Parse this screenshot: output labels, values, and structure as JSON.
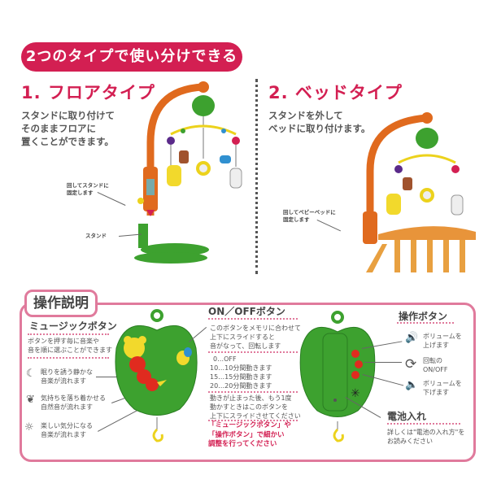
{
  "banner": {
    "text": "2つのタイプで使い分けできる",
    "color": "#d31f52"
  },
  "floor_type": {
    "title": "1. フロアタイプ",
    "description": "スタンドに取り付けて\nそのままフロアに\n置くことができます。",
    "note_rotate": "回してスタンドに\n固定します",
    "note_stand": "スタンド"
  },
  "bed_type": {
    "title": "2. ベッドタイプ",
    "description": "スタンドを外して\nベッドに取り付けます。",
    "note_rotate": "回してベビーベッドに\n固定します"
  },
  "operation": {
    "tag": "操作説明",
    "border_color": "#e07a9c",
    "music_button": {
      "title": "ミュージックボタン",
      "description": "ボタンを押す毎に音楽や\n音を順に選ぶことができます",
      "modes": [
        {
          "icon": "moon-icon",
          "glyph": "☾",
          "text": "眠りを誘う静かな\n音楽が流れます"
        },
        {
          "icon": "leaf-icon",
          "glyph": "❦",
          "text": "気持ちを落ち着かせる\n自然音が流れます"
        },
        {
          "icon": "sun-icon",
          "glyph": "☼",
          "text": "楽しい気分になる\n音楽が流れます"
        }
      ]
    },
    "onoff_button": {
      "title": "ON／OFFボタン",
      "description": "このボタンをメモリに合わせて\n上下にスライドすると\n音がなって、回転します",
      "timer_options": [
        "0…OFF",
        "10…10分間動きます",
        "15…15分間動きます",
        "20…20分間動きます"
      ],
      "restart_note": "動きが止まった後、もう1度\n動かすときはこのボタンを\n上下にスライドさせてください",
      "adjust_note": "「ミュージックボタン」や\n「操作ボタン」で細かい\n調整を行ってください"
    },
    "control_buttons": {
      "title": "操作ボタン",
      "items": [
        {
          "icon": "volume-up-icon",
          "glyph": "🔊",
          "text": "ボリュームを\n上げます"
        },
        {
          "icon": "rotate-icon",
          "glyph": "⟳",
          "text": "回転の\nON/OFF"
        },
        {
          "icon": "volume-down-icon",
          "glyph": "🔈",
          "text": "ボリュームを\n下げます"
        }
      ]
    },
    "battery": {
      "title": "電池入れ",
      "description": "詳しくは\"電池の入れ方\"を\nお読みください"
    }
  }
}
